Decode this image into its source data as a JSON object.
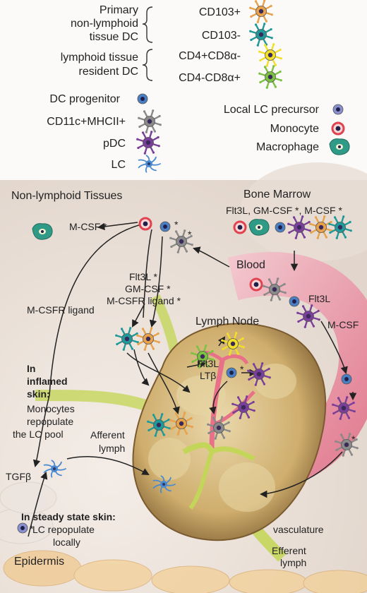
{
  "legend": {
    "primary_dc": [
      "Primary",
      "non-lymphoid",
      "tissue DC"
    ],
    "cd103_pos": "CD103+",
    "cd103_neg": "CD103-",
    "resident_dc": [
      "lymphoid tissue",
      "resident DC"
    ],
    "cd4_pos": "CD4+CD8α-",
    "cd4_neg": "CD4-CD8α+",
    "dc_progenitor": "DC progenitor",
    "cd11c": "CD11c+MHCII+",
    "pdc": "pDC",
    "lc": "LC",
    "local_lc": "Local LC precursor",
    "monocyte": "Monocyte",
    "macrophage": "Macrophage"
  },
  "diagram": {
    "non_lymphoid": "Non-lymphoid Tissues",
    "bone_marrow": "Bone Marrow",
    "bm_factors": "Flt3L, GM-CSF *, M-CSF *",
    "blood": "Blood",
    "flt3l_blood": "Flt3L",
    "mcsf_blood": "M-CSF",
    "mcsf_left": "M-CSF *",
    "mcsfr_ligand": "M-CSFR ligand",
    "flt3l_star": "Flt3L *",
    "gmcsf_star": "GM-CSF *",
    "mcsfr_ligand_star": "M-CSFR ligand *",
    "lymph_node": "Lymph Node",
    "flt3l_ln": "Flt3L",
    "ltb": "LTβ",
    "inflamed": [
      "In",
      "inflamed",
      "skin:"
    ],
    "inflamed_desc": [
      "Monocytes",
      "repopulate",
      "the LC pool"
    ],
    "afferent": [
      "Afferent",
      "lymph"
    ],
    "tgfb": "TGFβ",
    "steady": "In steady state skin:",
    "steady_desc": [
      "LC repopulate",
      "locally"
    ],
    "vasculature": "vasculature",
    "efferent": [
      "Efferent",
      "lymph"
    ],
    "epidermis": "Epidermis",
    "star": "*"
  },
  "colors": {
    "cd103_pos": "#e8a24a",
    "cd103_neg": "#1e9a9a",
    "cd4_pos": "#f2df2a",
    "cd4_neg": "#7cc242",
    "progenitor": "#4a7fc4",
    "cd11c": "#8a8a8a",
    "pdc": "#7a3f9a",
    "lc": "#4a8ad0",
    "local_lc": "#8a8fcf",
    "monocyte": "#e0424f",
    "macrophage": "#2f9a86",
    "blood_vessel": "#e87088",
    "lymph_vessel": "#b8d04a",
    "node": "#c9a86a"
  }
}
